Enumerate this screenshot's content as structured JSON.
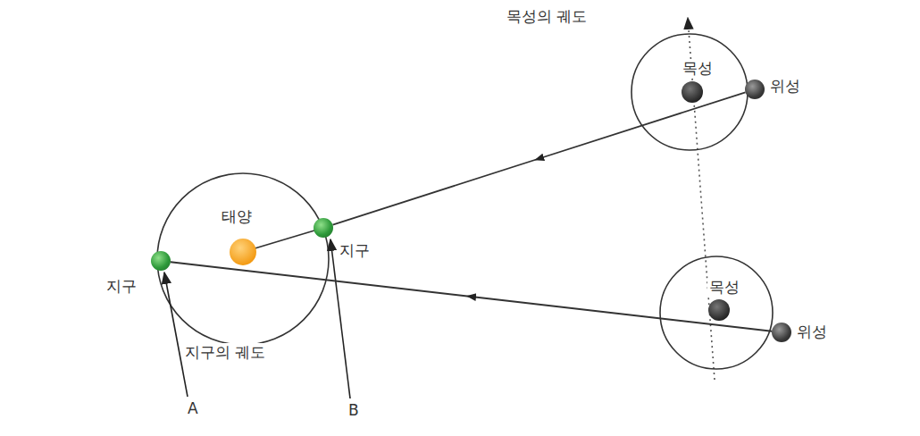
{
  "diagram": {
    "nodes": [
      {
        "text": [
          "위성"
        ]
      },
      {
        "text": [
          "지구"
        ]
      },
      {
        "text": [
          "지구"
        ]
      },
      {
        "text": [
          "위성"
        ]
      }
    ],
    "edges": [
      {
        "from": 0,
        "to": 1,
        "arrow": "to"
      },
      {
        "from": 3,
        "to": 2,
        "arrow": "to"
      }
    ],
    "labels": [
      "목성의 궤도",
      "목성",
      "목성",
      "태양",
      "지구의 궤도",
      "A",
      "B"
    ]
  }
}
